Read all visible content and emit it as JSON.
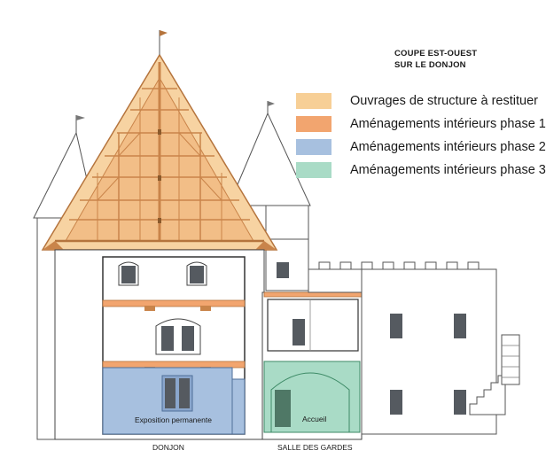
{
  "title": {
    "line1": "COUPE EST-OUEST",
    "line2": "SUR LE DONJON"
  },
  "legend": [
    {
      "label": "Ouvrages de structure à restituer",
      "color": "#f7cf96"
    },
    {
      "label": "Aménagements intérieurs phase 1",
      "color": "#f2a56f"
    },
    {
      "label": "Aménagements intérieurs phase 2",
      "color": "#a7c0df"
    },
    {
      "label": "Aménagements intérieurs phase 3",
      "color": "#a9dbc6"
    }
  ],
  "rooms": {
    "donjon_interior": "Exposition permanente",
    "salle_interior": "Accueil"
  },
  "captions": {
    "donjon": "DONJON",
    "salle": "SALLE DES GARDES"
  },
  "colors": {
    "line": "#3a3a3a",
    "wall": "#ffffff",
    "window": "#555a60",
    "roof_wood": "#f2b37a",
    "roof_frame": "#c9844a"
  }
}
